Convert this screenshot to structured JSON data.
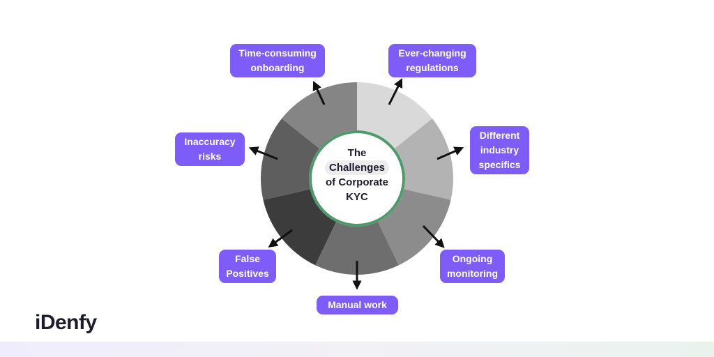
{
  "center": {
    "line1": "The",
    "line2": "Challenges",
    "line3": "of Corporate",
    "line4": "KYC"
  },
  "labels": {
    "time_consuming": [
      "Time-consuming",
      "onboarding"
    ],
    "ever_changing": [
      "Ever-changing",
      "regulations"
    ],
    "different_industry": [
      "Different",
      "industry",
      "specifics"
    ],
    "ongoing_monitoring": [
      "Ongoing",
      "monitoring"
    ],
    "manual_work": [
      "Manual work"
    ],
    "false_positives": [
      "False",
      "Positives"
    ],
    "inaccuracy_risks": [
      "Inaccuracy",
      "risks"
    ]
  },
  "brand": {
    "logo_text": "iDenfy"
  },
  "colors": {
    "label_bg": "#7d5cf7",
    "center_ring": "#4e9a6a",
    "segments": [
      "#d9d9d9",
      "#b3b3b3",
      "#8c8c8c",
      "#6e6e6e",
      "#3c3c3c",
      "#5e5e5e",
      "#858585"
    ]
  }
}
